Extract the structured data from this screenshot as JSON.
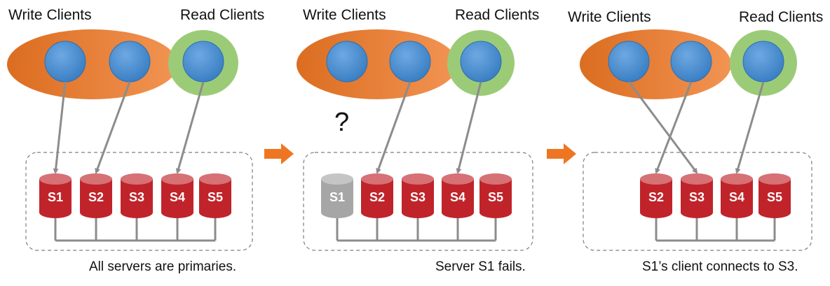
{
  "panels": [
    {
      "write_label": "Write Clients",
      "read_label": "Read Clients",
      "servers": [
        {
          "label": "S1",
          "state": "up"
        },
        {
          "label": "S2",
          "state": "up"
        },
        {
          "label": "S3",
          "state": "up"
        },
        {
          "label": "S4",
          "state": "up"
        },
        {
          "label": "S5",
          "state": "up"
        }
      ],
      "connections": [
        {
          "client": 1,
          "server": "S1"
        },
        {
          "client": 2,
          "server": "S2"
        },
        {
          "client": 3,
          "server": "S4"
        }
      ],
      "question": "",
      "caption": "All servers are primaries."
    },
    {
      "write_label": "Write Clients",
      "read_label": "Read Clients",
      "servers": [
        {
          "label": "S1",
          "state": "failed"
        },
        {
          "label": "S2",
          "state": "up"
        },
        {
          "label": "S3",
          "state": "up"
        },
        {
          "label": "S4",
          "state": "up"
        },
        {
          "label": "S5",
          "state": "up"
        }
      ],
      "connections": [
        {
          "client": 2,
          "server": "S2"
        },
        {
          "client": 3,
          "server": "S4"
        }
      ],
      "question": "?",
      "caption": "Server S1 fails."
    },
    {
      "write_label": "Write Clients",
      "read_label": "Read Clients",
      "servers": [
        {
          "label": "S2",
          "state": "up"
        },
        {
          "label": "S3",
          "state": "up"
        },
        {
          "label": "S4",
          "state": "up"
        },
        {
          "label": "S5",
          "state": "up"
        }
      ],
      "connections": [
        {
          "client": 1,
          "server": "S3"
        },
        {
          "client": 2,
          "server": "S2"
        },
        {
          "client": 3,
          "server": "S4"
        }
      ],
      "question": "",
      "caption": "S1’s client connects to S3."
    }
  ],
  "colors": {
    "write_group": "#ee7623",
    "read_group": "#9ccb78",
    "client": "#3d8bd8",
    "server": "#c0242a",
    "server_failed": "#a6a6a6",
    "link": "#8c8c8c",
    "transition_arrow": "#ee7623"
  }
}
